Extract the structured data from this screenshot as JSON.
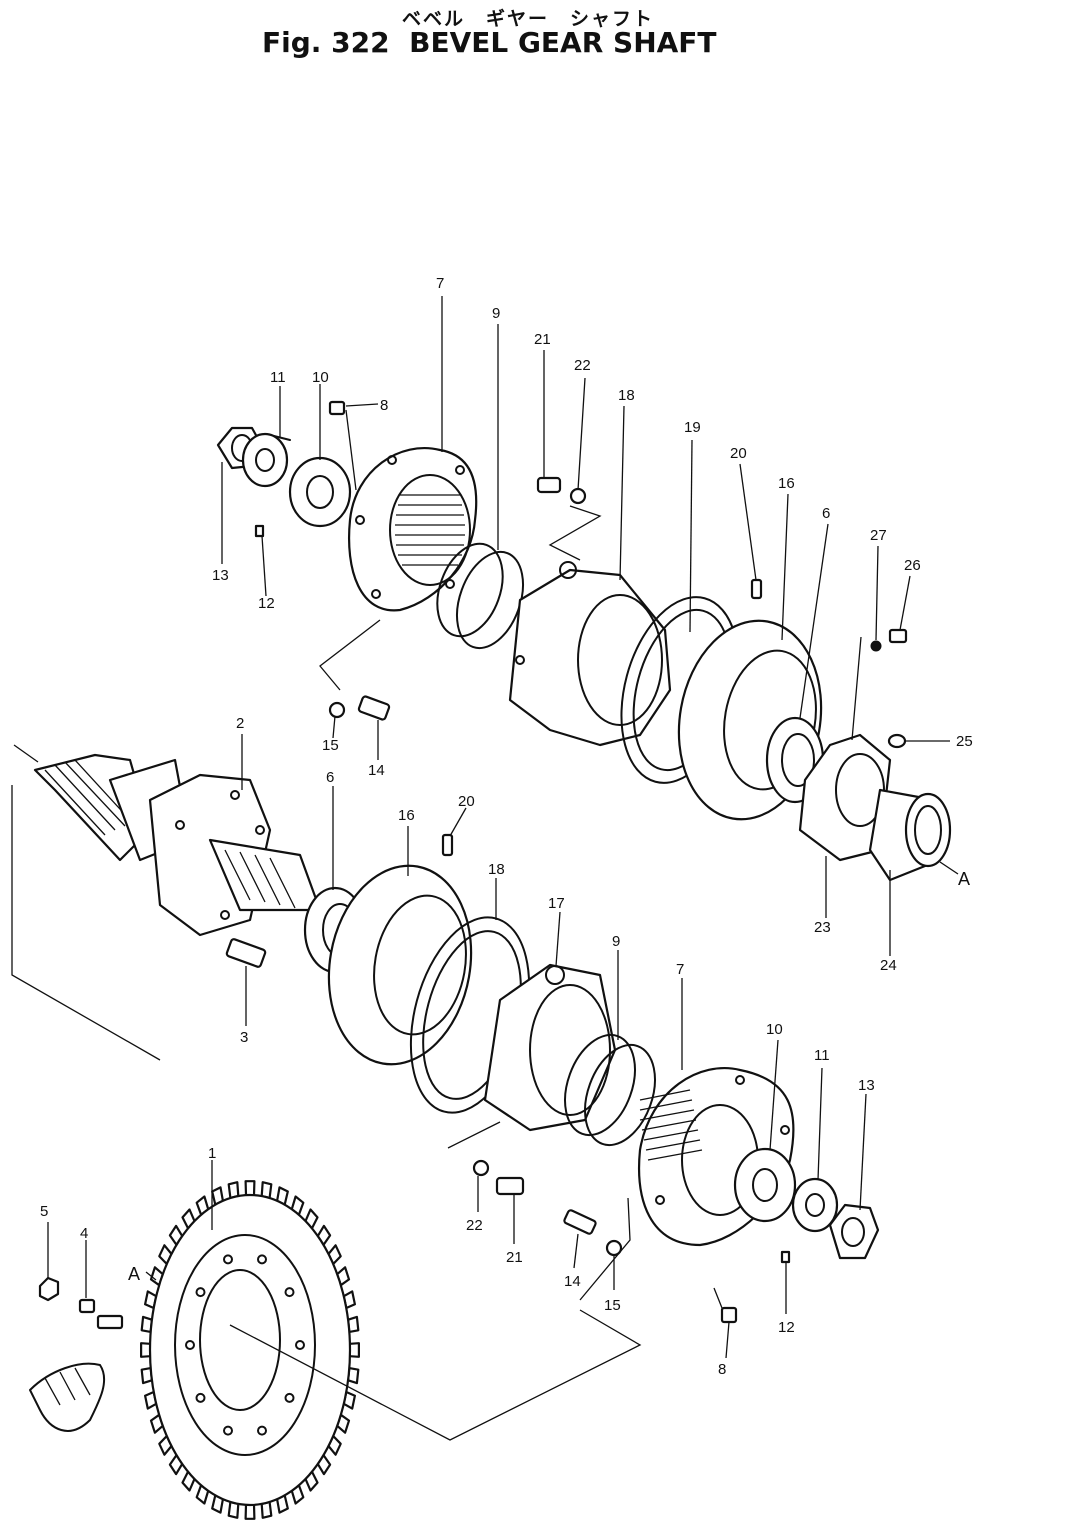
{
  "title": {
    "japanese": "ベベル　ギヤー　シャフト",
    "english": "Fig. 322  BEVEL GEAR SHAFT"
  },
  "callouts": {
    "c1": "1",
    "c2": "2",
    "c3": "3",
    "c4": "4",
    "c5": "5",
    "c6_upper": "6",
    "c6_lower": "6",
    "c7_upper": "7",
    "c7_lower": "7",
    "c8_upper": "8",
    "c8_lower": "8",
    "c9_upper": "9",
    "c9_lower": "9",
    "c10_upper": "10",
    "c10_lower": "10",
    "c11_upper": "11",
    "c11_lower": "11",
    "c12_upper": "12",
    "c12_lower": "12",
    "c13_upper": "13",
    "c13_lower": "13",
    "c14_upper": "14",
    "c14_lower": "14",
    "c15_upper": "15",
    "c15_lower": "15",
    "c16_upper": "16",
    "c16_lower": "16",
    "c17": "17",
    "c18_upper": "18",
    "c18_lower": "18",
    "c19": "19",
    "c20_upper": "20",
    "c20_lower": "20",
    "c21_upper": "21",
    "c21_lower": "21",
    "c22_upper": "22",
    "c22_lower": "22",
    "c23": "23",
    "c24": "24",
    "c25": "25",
    "c26": "26",
    "c27": "27",
    "cA_gear": "A",
    "cA_shaft": "A"
  }
}
